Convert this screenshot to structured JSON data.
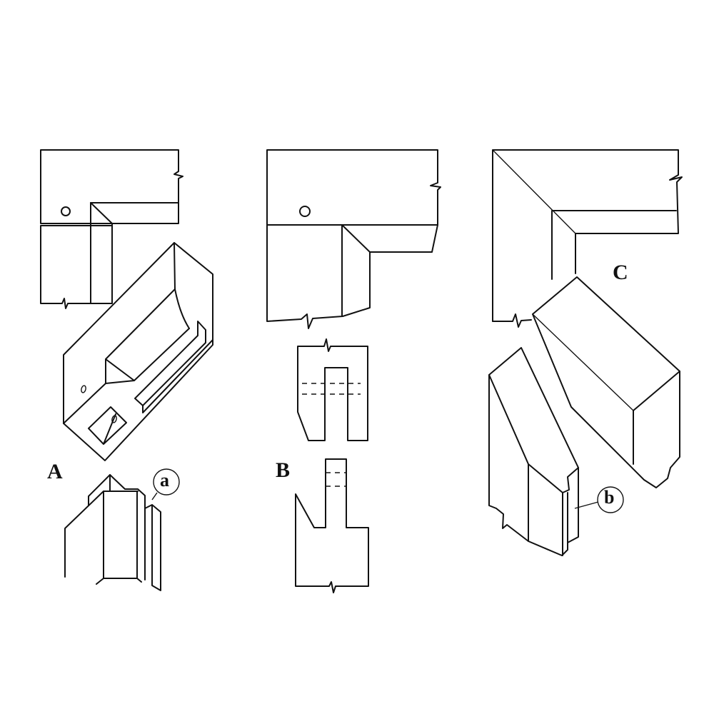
{
  "figures": [
    {
      "label": "A",
      "callout": "a"
    },
    {
      "label": "B"
    },
    {
      "label": "C",
      "callout": "b"
    }
  ],
  "colors": {
    "line": "#111111",
    "background": "#ffffff"
  }
}
